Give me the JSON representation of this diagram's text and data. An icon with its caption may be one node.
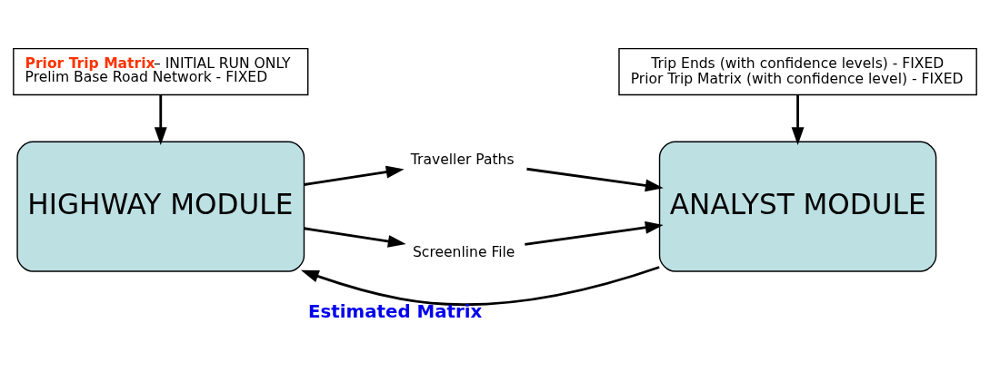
{
  "diagram": {
    "nodes": [
      {
        "text": [
          "Prior Trip Matrix",
          "– INITIAL RUN ONLY",
          "Prelim Base Road Network - FIXED"
        ]
      },
      {
        "text": [
          "Trip Ends (with confidence levels) - FIXED",
          "Prior Trip Matrix (with confidence level) - FIXED"
        ]
      },
      {
        "text": [
          "HIGHWAY MODULE"
        ]
      },
      {
        "text": [
          "Traveller Paths"
        ]
      },
      {
        "text": [
          "Screenline File"
        ]
      },
      {
        "text": [
          "ANALYST MODULE"
        ]
      }
    ],
    "edges": [
      {
        "from": 0,
        "to": 2,
        "arrow": "to"
      },
      {
        "from": 1,
        "to": 5,
        "arrow": "to"
      },
      {
        "from": 2,
        "to": 3,
        "arrow": "to"
      },
      {
        "from": 3,
        "to": 5,
        "arrow": "to"
      },
      {
        "from": 2,
        "to": 4,
        "arrow": "to"
      },
      {
        "from": 4,
        "to": 5,
        "arrow": "to"
      },
      {
        "from": 5,
        "to": 2,
        "arrow": "to",
        "label": "Estimated Matrix"
      }
    ]
  }
}
